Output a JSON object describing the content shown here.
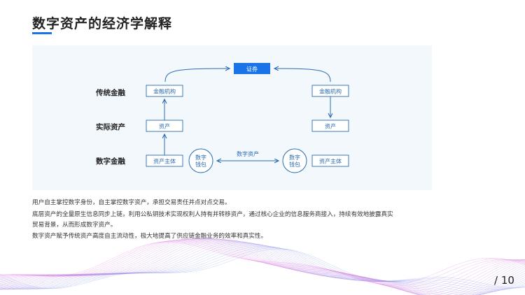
{
  "slide": {
    "title": "数字资产的经济学解释",
    "page_number": "/ 10",
    "accent_color": "#1a73e8",
    "paragraphs": [
      "用户自主掌控数字身份，自主掌控数字资产，承担交易责任并点对点交易。",
      "底层资产的全量原生信息同步上链，利用公私钥技术实现权利人持有并转移资产，通过核心企业的信息服务商接入，持续有效地披露真实",
      "贸易背景，从而形成数字资产。",
      "数字资产赋予传统资产高度自主流动性，极大地提高了供应链金融业务的效率和真实性。"
    ]
  },
  "diagram": {
    "row_labels": {
      "traditional": "传统金融",
      "actual": "实际资产",
      "digital": "数字金融"
    },
    "nodes": {
      "securities": "证券",
      "inst_left": "金融机构",
      "inst_right": "金融机构",
      "asset_left": "资产",
      "asset_right": "资产",
      "subject_left": "资产主体",
      "subject_right": "资产主体",
      "wallet_left_l1": "数字",
      "wallet_left_l2": "钱包",
      "wallet_right_l1": "数字",
      "wallet_right_l2": "钱包"
    },
    "edge_label": "数字资产"
  }
}
